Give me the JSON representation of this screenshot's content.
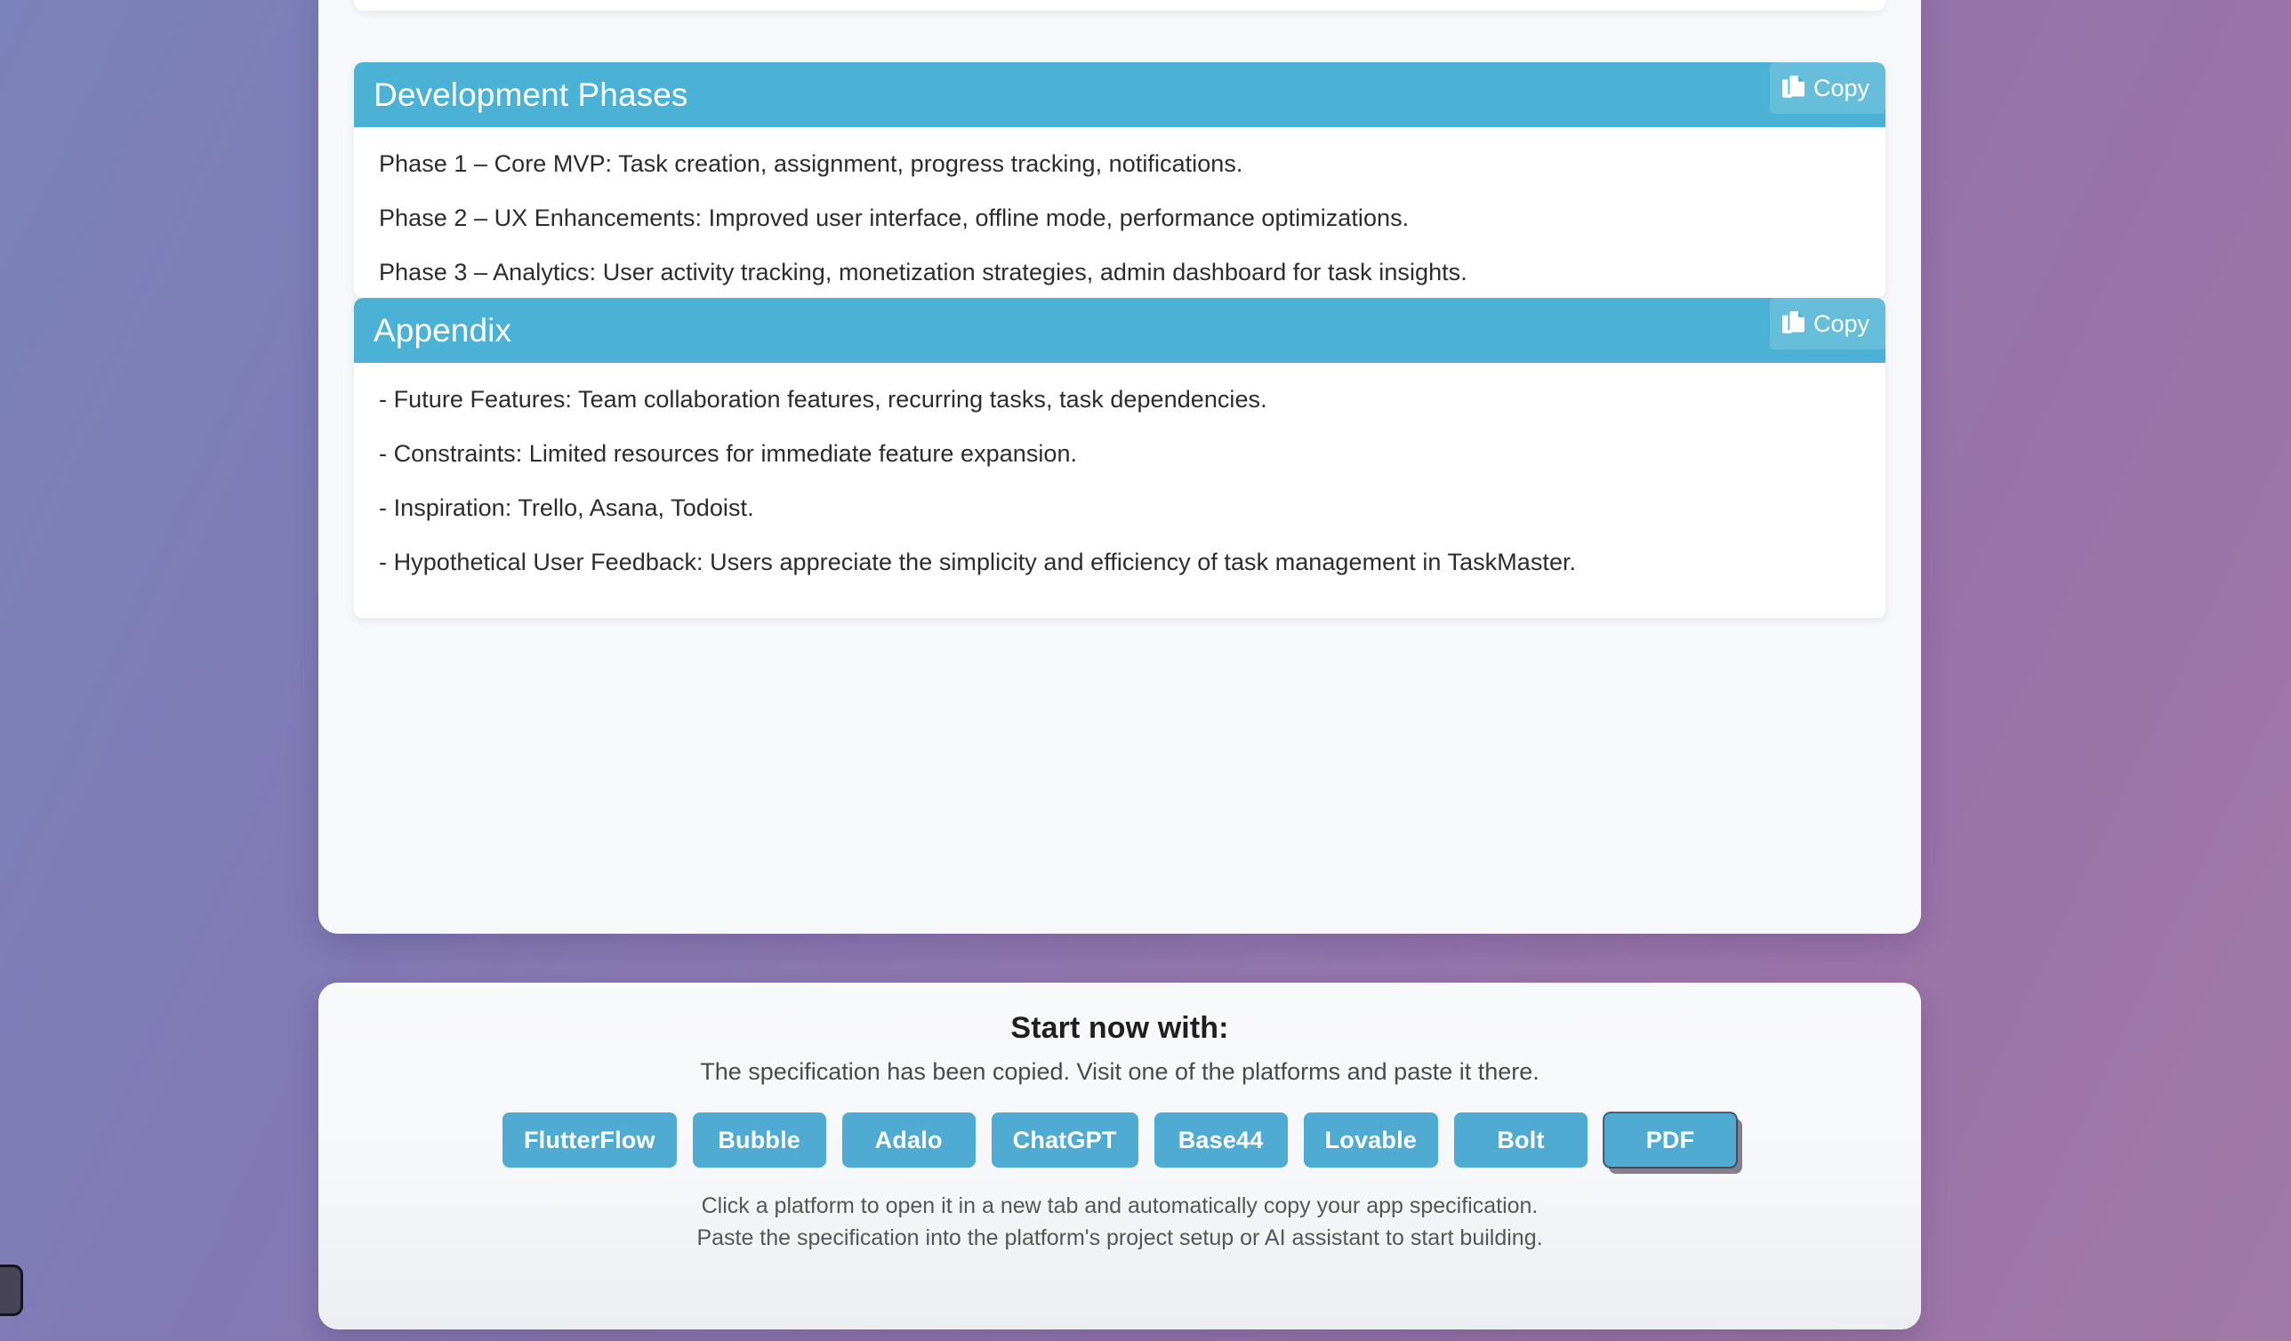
{
  "background": {
    "gradient_from": "#7b83bb",
    "gradient_to": "#a07aa6"
  },
  "theme": {
    "header_blue": "#4bb2d5",
    "button_blue": "#4fabd1",
    "panel_bg": "#f7f8fa",
    "card_bg": "#ffffff",
    "text_dark": "#2c2c2c"
  },
  "sections": [
    {
      "title": "Development Phases",
      "copy_label": "Copy",
      "copy_icon": "copy-icon",
      "lines": [
        "Phase 1 – Core MVP: Task creation, assignment, progress tracking, notifications.",
        "Phase 2 – UX Enhancements: Improved user interface, offline mode, performance optimizations.",
        "Phase 3 – Analytics: User activity tracking, monetization strategies, admin dashboard for task insights."
      ]
    },
    {
      "title": "Appendix",
      "copy_label": "Copy",
      "copy_icon": "copy-icon",
      "lines": [
        "- Future Features: Team collaboration features, recurring tasks, task dependencies.",
        "- Constraints: Limited resources for immediate feature expansion.",
        "- Inspiration: Trello, Asana, Todoist.",
        "- Hypothetical User Feedback: Users appreciate the simplicity and efficiency of task management in TaskMaster."
      ]
    }
  ],
  "footer": {
    "title": "Start now with:",
    "subtitle": "The specification has been copied. Visit one of the platforms and paste it there.",
    "platforms": [
      {
        "label": "FlutterFlow",
        "focused": false
      },
      {
        "label": "Bubble",
        "focused": false
      },
      {
        "label": "Adalo",
        "focused": false
      },
      {
        "label": "ChatGPT",
        "focused": false
      },
      {
        "label": "Base44",
        "focused": false
      },
      {
        "label": "Lovable",
        "focused": false
      },
      {
        "label": "Bolt",
        "focused": false
      },
      {
        "label": "PDF",
        "focused": true
      }
    ],
    "hint_line_1": "Click a platform to open it in a new tab and automatically copy your app specification.",
    "hint_line_2": "Paste the specification into the platform's project setup or AI assistant to start building."
  }
}
